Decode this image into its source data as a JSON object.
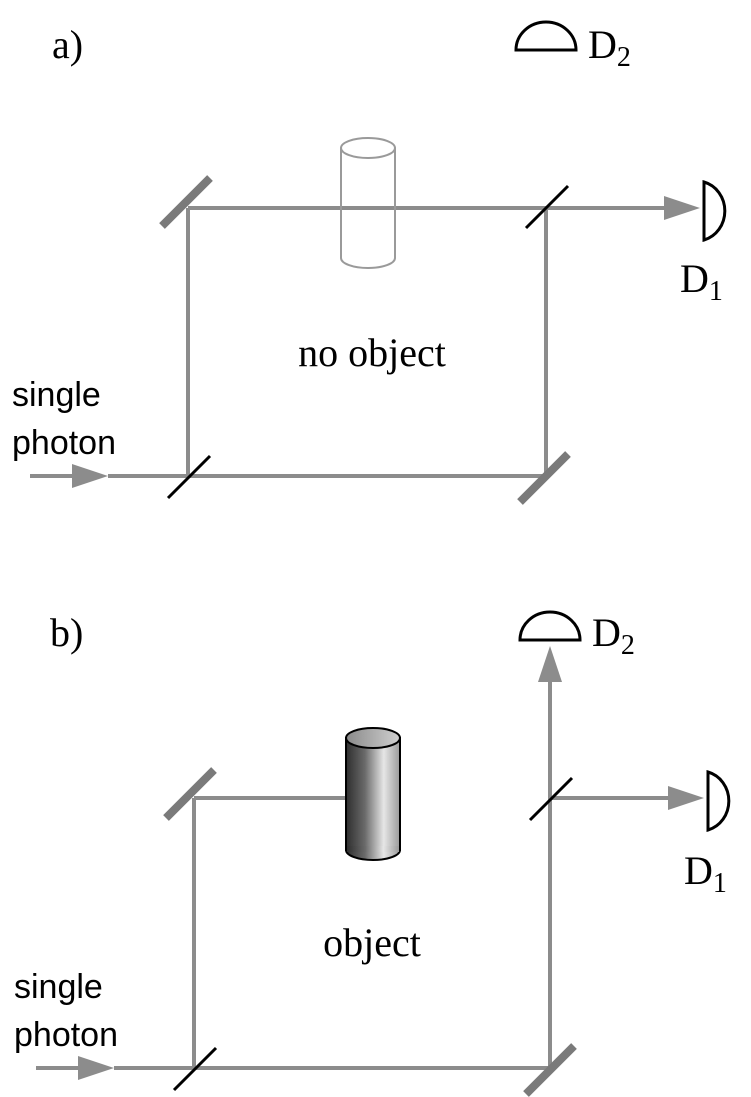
{
  "panel_a": {
    "label": "a)",
    "center_label": "no object",
    "input_label_line1": "single",
    "input_label_line2": "photon",
    "d1_label": "D",
    "d1_sub": "1",
    "d2_label": "D",
    "d2_sub": "2"
  },
  "panel_b": {
    "label": "b)",
    "center_label": "object",
    "input_label_line1": "single",
    "input_label_line2": "photon",
    "d1_label": "D",
    "d1_sub": "1",
    "d2_label": "D",
    "d2_sub": "2"
  },
  "colors": {
    "beam": "#8c8c8c",
    "mirror": "#7a7a7a",
    "object_dark": "#3a3a3a",
    "object_light": "#d8d8d8"
  }
}
